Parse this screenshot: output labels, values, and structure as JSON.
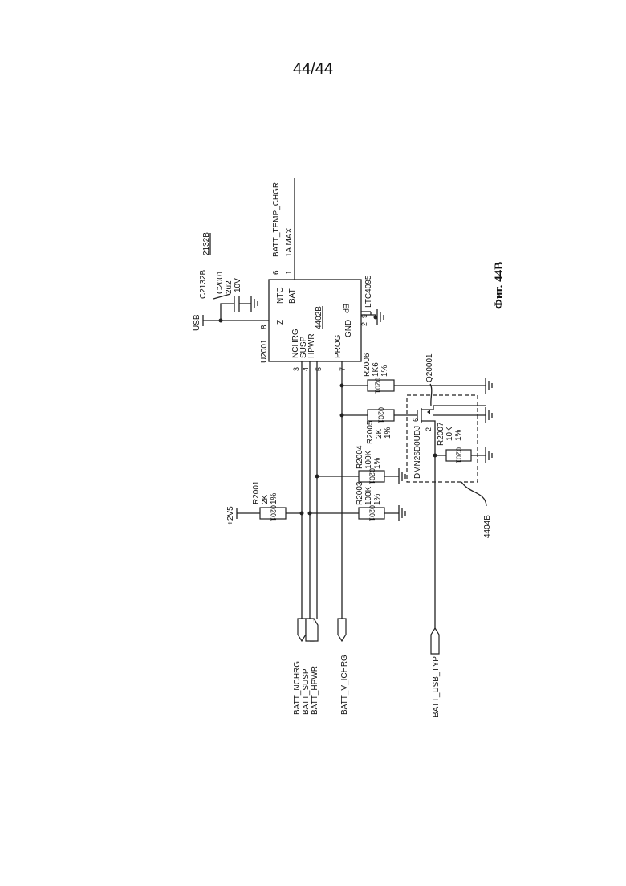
{
  "page_number": "44/44",
  "figure_label": "Фиг. 44B",
  "block_ref": "2132B",
  "ic": {
    "ref": "U2001",
    "part": "LTC4095",
    "ref_label": "4402B",
    "pins": {
      "ntc": "NTC",
      "bat": "BAT",
      "in": "Z",
      "gnd": "GND",
      "ep": "EP",
      "nchrg": "NCHRG",
      "susp": "SUSP",
      "hpwr": "HPWR",
      "prog": "PROG"
    },
    "pin_numbers": {
      "ntc": "6",
      "bat": "1",
      "in": "8",
      "gnd": "2",
      "ep": "9",
      "nchrg": "3",
      "susp": "4",
      "hpwr": "5",
      "prog": "7"
    }
  },
  "nets": {
    "batt_temp": "BATT_TEMP_CHGR",
    "bat_note": "1A MAX",
    "usb": "USB",
    "supply": "+2V5"
  },
  "capacitor": {
    "callout": "C2132B",
    "ref": "C2001",
    "value": "2u2",
    "voltage": "10V"
  },
  "resistors": [
    {
      "ref": "R2001",
      "value": "2K",
      "tol": "1%",
      "pkg": "0201"
    },
    {
      "ref": "R2003",
      "value": "100K",
      "tol": "1%",
      "pkg": "0201"
    },
    {
      "ref": "R2004",
      "value": "100K",
      "tol": "1%",
      "pkg": "0201"
    },
    {
      "ref": "R2005",
      "value": "2K",
      "tol": "1%",
      "pkg": "0201"
    },
    {
      "ref": "R2006",
      "value": "1K6",
      "tol": "1%",
      "pkg": "0201"
    },
    {
      "ref": "R2007",
      "value": "10K",
      "tol": "1%",
      "pkg": "0201"
    }
  ],
  "mosfet": {
    "ref": "Q20001",
    "part": "DMN26D0UDJ",
    "pin_a": "6",
    "pin_b": "2",
    "block_ref": "4404B"
  },
  "connectors": [
    "BATT_NCHRG",
    "BATT_SUSP",
    "BATT_HPWR",
    "BATT_V_ICHRG",
    "BATT_USB_TYP"
  ]
}
